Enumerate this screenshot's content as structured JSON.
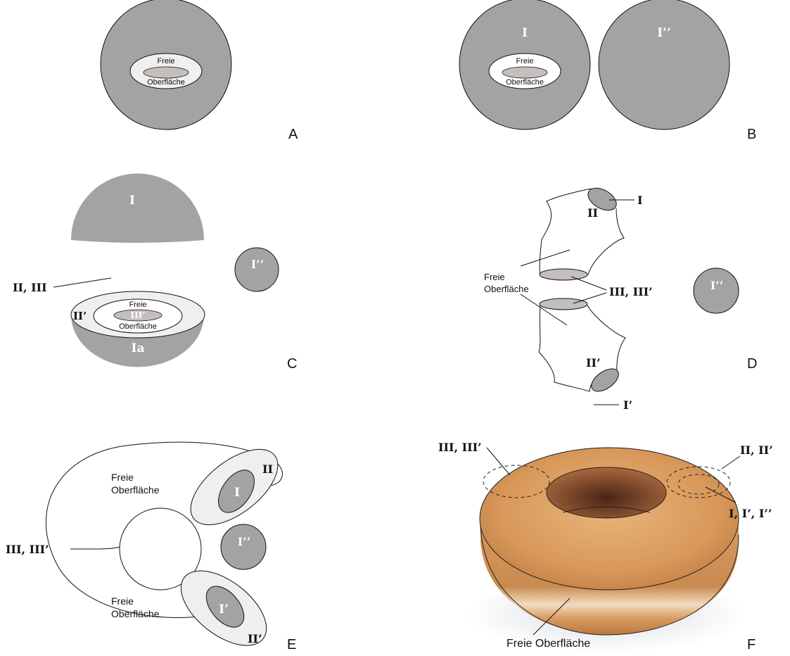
{
  "panels": {
    "a": {
      "letter": "A",
      "free_top": "Freie",
      "free_bottom": "Oberfläche"
    },
    "b": {
      "letter": "B",
      "label_left": "I",
      "label_right": "I’’",
      "free_top": "Freie",
      "free_bottom": "Oberfläche"
    },
    "c": {
      "letter": "C",
      "label_top": "I",
      "label_cut": "II, III",
      "label_ring": "II’",
      "label_inner": "III’",
      "label_bottom": "Ia",
      "label_ball": "I’’",
      "free_top": "Freie",
      "free_bottom": "Oberfläche"
    },
    "d": {
      "letter": "D",
      "label_I": "I",
      "label_II": "II",
      "label_III": "III, III’",
      "label_II2": "II’",
      "label_I2": "I’",
      "label_ball": "I’’",
      "free_top": "Freie",
      "free_bottom": "Oberfläche"
    },
    "e": {
      "letter": "E",
      "label_II": "II",
      "label_I": "I",
      "label_III": "III, III’",
      "label_ball": "I’’",
      "label_I2": "I’",
      "label_II2": "II’",
      "free1_top": "Freie",
      "free1_bottom": "Oberfläche",
      "free2_top": "Freie",
      "free2_bottom": "Oberfläche"
    },
    "f": {
      "letter": "F",
      "label_III": "III, III’",
      "label_II": "II, II’",
      "label_I": "I, I’, I’’",
      "free": "Freie Oberfläche"
    }
  },
  "colors": {
    "dark_gray": "#a3a3a3",
    "mid_gray": "#c4bfbd",
    "light_fill": "#efefee",
    "white": "#ffffff",
    "donut_body": "#d5995c",
    "donut_top": "#dca26a",
    "donut_hole": "#7a4229"
  }
}
